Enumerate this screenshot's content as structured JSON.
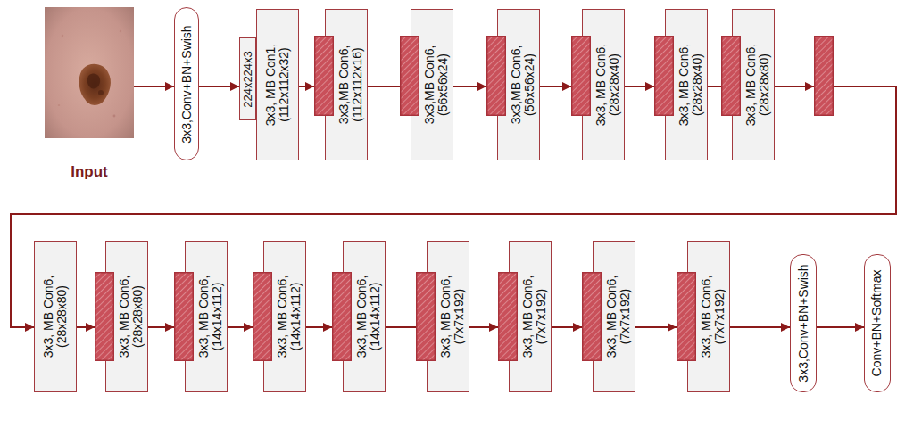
{
  "diagram": {
    "nodes": [
      {
        "text": [
          "Input"
        ]
      },
      {
        "text": [
          "3x3,Conv+BN+Swish"
        ]
      },
      {
        "text": [
          "224x224x3"
        ]
      },
      {
        "text": [
          "3x3, MB Con1, (112x112x32)"
        ]
      },
      {
        "text": [
          "3x3,MB Con6, (112x112x16)"
        ]
      },
      {
        "text": [
          "3x3,MB Con6, (56x56x24)"
        ]
      },
      {
        "text": [
          "3x3,MB Con6, (56x56x24)"
        ]
      },
      {
        "text": [
          "3x3, MB Con6, (28x28x40)"
        ]
      },
      {
        "text": [
          "3x3, MB Con6, (28x28x40)"
        ]
      },
      {
        "text": [
          "3x3, MB Con6, (28x28x80)"
        ]
      },
      {
        "text": [
          "3x3, MB Con6, (28x28x80)"
        ]
      },
      {
        "text": [
          "3x3, MB Con6, (28x28x80)"
        ]
      },
      {
        "text": [
          "3x3, MB Con6, (14x14x112)"
        ]
      },
      {
        "text": [
          "3x3, MB Con6, (14x14x112)"
        ]
      },
      {
        "text": [
          "3x3, MB Con6, (14x14x112)"
        ]
      },
      {
        "text": [
          "3x3, MB Con6, (7x7x192)"
        ]
      },
      {
        "text": [
          "3x3, MB Con6, (7x7x192)"
        ]
      },
      {
        "text": [
          "3x3, MB Con6, (7x7x192)"
        ]
      },
      {
        "text": [
          "3x3, MB Con6, (7x7x192)"
        ]
      },
      {
        "text": [
          "3x3,Conv+BN+Swish"
        ]
      },
      {
        "text": [
          "Conv+BN+Softmax"
        ]
      }
    ],
    "edges": [
      {
        "from": 0,
        "to": 1,
        "arrow": "to"
      },
      {
        "from": 1,
        "to": 2,
        "arrow": "to"
      },
      {
        "from": 3,
        "to": 4,
        "arrow": "to"
      },
      {
        "from": 4,
        "to": 5,
        "arrow": "none"
      },
      {
        "from": 5,
        "to": 6,
        "arrow": "to"
      },
      {
        "from": 6,
        "to": 7,
        "arrow": "to"
      },
      {
        "from": 7,
        "to": 8,
        "arrow": "to"
      },
      {
        "from": 8,
        "to": 9,
        "arrow": "none"
      },
      {
        "from": 9,
        "to": 10,
        "arrow": "to"
      },
      {
        "from": 10,
        "to": 11,
        "arrow": "to"
      },
      {
        "from": 11,
        "to": 12,
        "arrow": "to"
      },
      {
        "from": 12,
        "to": 13,
        "arrow": "to"
      },
      {
        "from": 13,
        "to": 14,
        "arrow": "to"
      },
      {
        "from": 14,
        "to": 15,
        "arrow": "none"
      },
      {
        "from": 15,
        "to": 16,
        "arrow": "to"
      },
      {
        "from": 16,
        "to": 17,
        "arrow": "to"
      },
      {
        "from": 17,
        "to": 18,
        "arrow": "to"
      },
      {
        "from": 18,
        "to": 19,
        "arrow": "to"
      },
      {
        "from": 19,
        "to": 20,
        "arrow": "to"
      }
    ]
  }
}
